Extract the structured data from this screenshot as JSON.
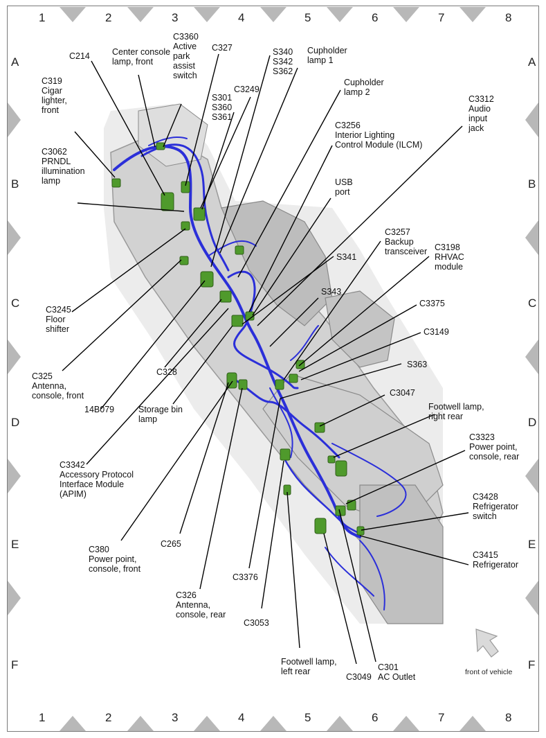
{
  "grid": {
    "columns": [
      "1",
      "2",
      "3",
      "4",
      "5",
      "6",
      "7",
      "8"
    ],
    "rows": [
      "A",
      "B",
      "C",
      "D",
      "E",
      "F"
    ]
  },
  "labels": {
    "c214": "C214",
    "center_console_lamp": "Center console\nlamp, front",
    "c3360": "C3360\nActive\npark\nassist\nswitch",
    "c327": "C327",
    "s340": "S340\nS342\nS362",
    "cupholder_lamp_1": "Cupholder\nlamp 1",
    "c3249": "C3249",
    "cupholder_lamp_2": "Cupholder\nlamp 2",
    "c319": "C319\nCigar\nlighter,\nfront",
    "s301": "S301\nS360\nS361",
    "c3312": "C3312\nAudio\ninput\njack",
    "c3256": "C3256\nInterior Lighting\nControl Module (ILCM)",
    "c3062": "C3062\nPRNDL\nillumination\nlamp",
    "usb_port": "USB\nport",
    "c3257": "C3257\nBackup\ntransceiver",
    "c3198": "C3198\nRHVAC\nmodule",
    "s341": "S341",
    "s343": "S343",
    "c3375": "C3375",
    "c3245": "C3245\nFloor\nshifter",
    "c3149": "C3149",
    "c325": "C325\nAntenna,\nconsole, front",
    "c328": "C328",
    "s363": "S363",
    "c14b079": "14B079",
    "storage_bin_lamp": "Storage bin\nlamp",
    "c3047": "C3047",
    "footwell_right": "Footwell lamp,\nright rear",
    "c3342": "C3342\nAccessory Protocol\nInterface Module\n(APIM)",
    "c3323": "C3323\nPower point,\nconsole, rear",
    "c3428": "C3428\nRefrigerator\nswitch",
    "c380": "C380\nPower point,\nconsole, front",
    "c265": "C265",
    "c3415": "C3415\nRefrigerator",
    "c3376": "C3376",
    "c326": "C326\nAntenna,\nconsole, rear",
    "c3053": "C3053",
    "footwell_left": "Footwell lamp,\nleft rear",
    "c3049": "C3049",
    "c301": "C301\nAC Outlet",
    "front_of_vehicle": "front of vehicle"
  },
  "colors": {
    "harness": "#2b2fd9",
    "connector": "#4f9a2c",
    "console_body": "#c8c8c8",
    "border": "#7a7a7a",
    "marker": "#b8b8b8"
  }
}
